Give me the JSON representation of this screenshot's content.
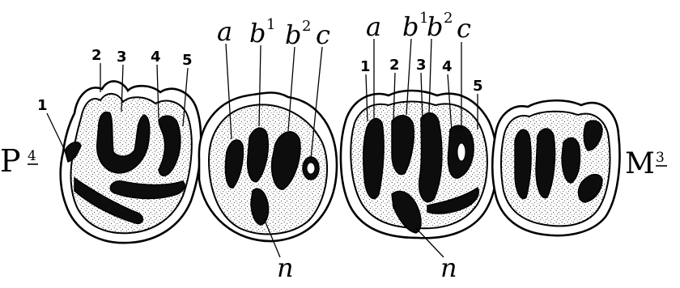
{
  "labels": {
    "left_tooth": "P",
    "left_tooth_index": "4",
    "right_tooth": "M",
    "right_tooth_index": "3",
    "fold_letters": {
      "a": "a",
      "b": "b",
      "b1_sup": "1",
      "b2_sup": "2",
      "c": "c",
      "n": "n"
    },
    "fold_numbers": [
      "1",
      "2",
      "3",
      "4",
      "5"
    ]
  },
  "colors": {
    "enamel": "#0d0d0d",
    "dentine_stipple": "#000000",
    "background": "#ffffff"
  }
}
